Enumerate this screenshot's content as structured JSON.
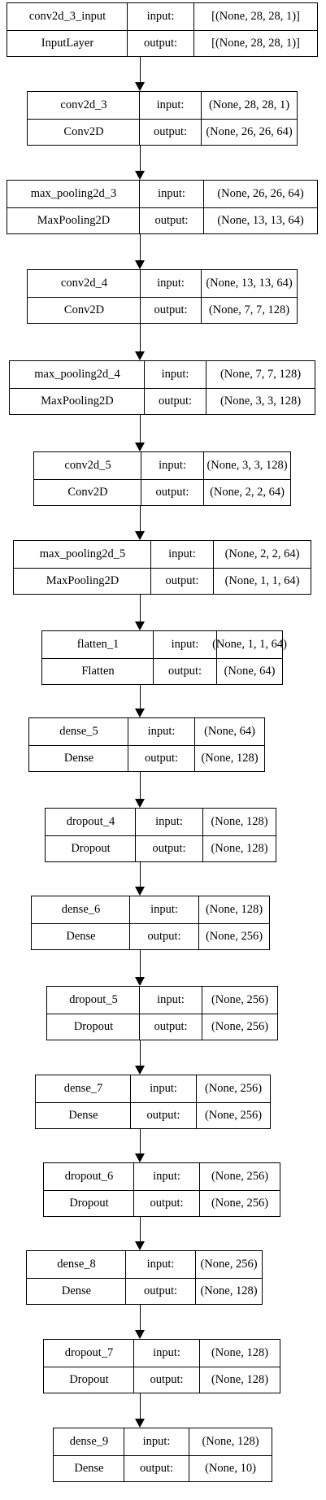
{
  "layers": [
    {
      "name": "conv2d_3_input",
      "type": "InputLayer",
      "in_label": "input:",
      "out_label": "output:",
      "input": "[(None, 28, 28, 1)]",
      "output": "[(None, 28, 28, 1)]"
    },
    {
      "name": "conv2d_3",
      "type": "Conv2D",
      "in_label": "input:",
      "out_label": "output:",
      "input": "(None, 28, 28, 1)",
      "output": "(None, 26, 26, 64)"
    },
    {
      "name": "max_pooling2d_3",
      "type": "MaxPooling2D",
      "in_label": "input:",
      "out_label": "output:",
      "input": "(None, 26, 26, 64)",
      "output": "(None, 13, 13, 64)"
    },
    {
      "name": "conv2d_4",
      "type": "Conv2D",
      "in_label": "input:",
      "out_label": "output:",
      "input": "(None, 13, 13, 64)",
      "output": "(None, 7, 7, 128)"
    },
    {
      "name": "max_pooling2d_4",
      "type": "MaxPooling2D",
      "in_label": "input:",
      "out_label": "output:",
      "input": "(None, 7, 7, 128)",
      "output": "(None, 3, 3, 128)"
    },
    {
      "name": "conv2d_5",
      "type": "Conv2D",
      "in_label": "input:",
      "out_label": "output:",
      "input": "(None, 3, 3, 128)",
      "output": "(None, 2, 2, 64)"
    },
    {
      "name": "max_pooling2d_5",
      "type": "MaxPooling2D",
      "in_label": "input:",
      "out_label": "output:",
      "input": "(None, 2, 2, 64)",
      "output": "(None, 1, 1, 64)"
    },
    {
      "name": "flatten_1",
      "type": "Flatten",
      "in_label": "input:",
      "out_label": "output:",
      "input": "(None, 1, 1, 64)",
      "output": "(None, 64)"
    },
    {
      "name": "dense_5",
      "type": "Dense",
      "in_label": "input:",
      "out_label": "output:",
      "input": "(None, 64)",
      "output": "(None, 128)"
    },
    {
      "name": "dropout_4",
      "type": "Dropout",
      "in_label": "input:",
      "out_label": "output:",
      "input": "(None, 128)",
      "output": "(None, 128)"
    },
    {
      "name": "dense_6",
      "type": "Dense",
      "in_label": "input:",
      "out_label": "output:",
      "input": "(None, 128)",
      "output": "(None, 256)"
    },
    {
      "name": "dropout_5",
      "type": "Dropout",
      "in_label": "input:",
      "out_label": "output:",
      "input": "(None, 256)",
      "output": "(None, 256)"
    },
    {
      "name": "dense_7",
      "type": "Dense",
      "in_label": "input:",
      "out_label": "output:",
      "input": "(None, 256)",
      "output": "(None, 256)"
    },
    {
      "name": "dropout_6",
      "type": "Dropout",
      "in_label": "input:",
      "out_label": "output:",
      "input": "(None, 256)",
      "output": "(None, 256)"
    },
    {
      "name": "dense_8",
      "type": "Dense",
      "in_label": "input:",
      "out_label": "output:",
      "input": "(None, 256)",
      "output": "(None, 128)"
    },
    {
      "name": "dropout_7",
      "type": "Dropout",
      "in_label": "input:",
      "out_label": "output:",
      "input": "(None, 128)",
      "output": "(None, 128)"
    },
    {
      "name": "dense_9",
      "type": "Dense",
      "in_label": "input:",
      "out_label": "output:",
      "input": "(None, 128)",
      "output": "(None, 10)"
    }
  ]
}
